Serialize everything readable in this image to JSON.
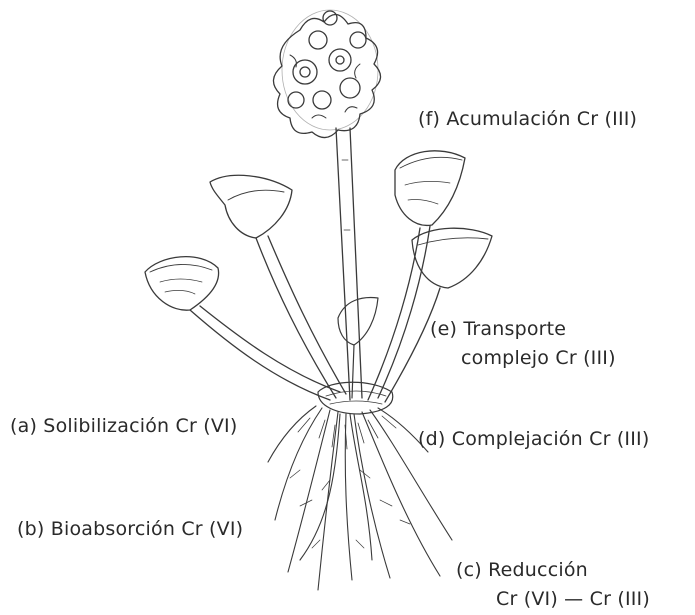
{
  "labels": {
    "f": "(f) Acumulación Cr (III)",
    "e_line1": "(e) Transporte",
    "e_line2": "complejo Cr (III)",
    "a": "(a) Solibilización Cr (VI)",
    "d": "(d) Complejación Cr (III)",
    "b": "(b) Bioabsorción Cr (VI)",
    "c_line1": "(c) Reducción",
    "c_line2": "Cr (VI) — Cr (III)"
  },
  "colors": {
    "ink": "#3a3a3a",
    "text": "#2a2a2a"
  },
  "illustration": "plant-drawing"
}
